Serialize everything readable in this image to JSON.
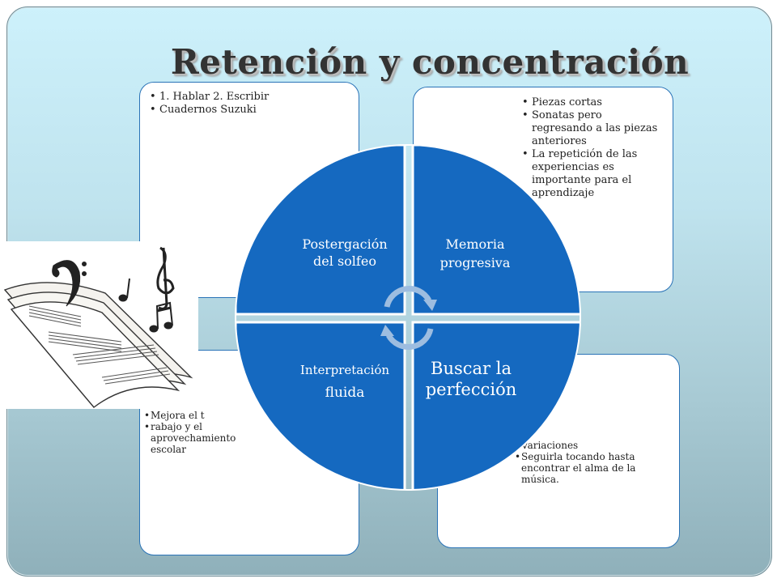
{
  "title": "Retención y concentración",
  "colors": {
    "quadrant_fill": "#1569c0",
    "quadrant_border": "#ffffff",
    "panel_border": "#2a73b7",
    "arrow_fill": "#8fb3d8"
  },
  "quadrants": [
    {
      "label_lines": [
        "Postergación",
        "del solfeo"
      ]
    },
    {
      "label_lines": [
        "Memoria",
        "progresiva"
      ]
    },
    {
      "label_lines": [
        "Interpretación",
        "fluida"
      ]
    },
    {
      "label_lines": [
        "Buscar la",
        "perfección"
      ]
    }
  ],
  "panels": {
    "top_left": {
      "items": [
        "1. Hablar 2. Escribir",
        "Cuadernos Suzuki"
      ]
    },
    "top_right": {
      "items": [
        "Piezas cortas",
        "Sonatas  pero regresando a las piezas anteriores",
        "La repetición de las experiencias es importante para el aprendizaje"
      ]
    },
    "bottom_left": {
      "items": [
        "Mejora el t",
        "rabajo y el aprovechamiento escolar"
      ]
    },
    "bottom_right": {
      "items": [
        "Variaciones",
        "Seguirla tocando hasta encontrar el alma de la música."
      ]
    }
  },
  "image": {
    "icon": "music-sheets-icon"
  }
}
